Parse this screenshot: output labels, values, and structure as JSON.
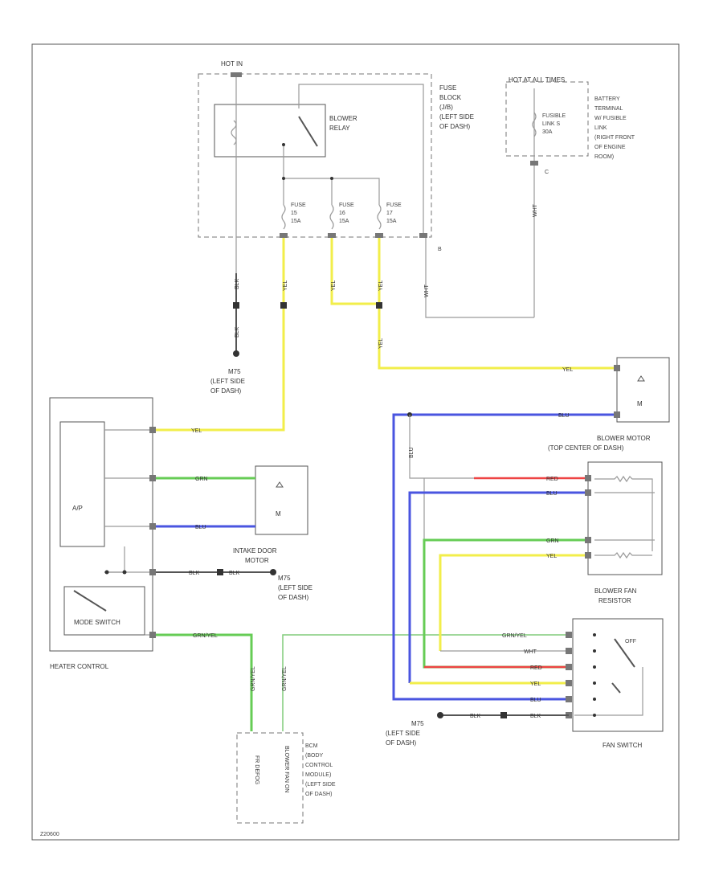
{
  "labels": {
    "hot_in": "HOT IN",
    "blower_relay": "BLOWER RELAY",
    "fuse_block": [
      "FUSE",
      "BLOCK",
      "(J/B)",
      "(LEFT SIDE",
      "OF DASH)"
    ],
    "hot_at_all_times": "HOT AT ALL TIMES",
    "fusible_link": [
      "FUSIBLE",
      "LINK S",
      "30A"
    ],
    "battery_terminal": [
      "BATTERY",
      "TERMINAL",
      "W/ FUSIBLE",
      "LINK",
      "(RIGHT FRONT",
      "OF ENGINE",
      "ROOM)"
    ],
    "fuse_1": [
      "FUSE",
      "15",
      "15A"
    ],
    "fuse_2": [
      "FUSE",
      "16",
      "15A"
    ],
    "fuse_3": [
      "FUSE",
      "17",
      "15A"
    ],
    "ground_1": [
      "M75",
      "(LEFT SIDE",
      "OF DASH)"
    ],
    "heater_control": "HEATER CONTROL",
    "mode_switch": "MODE SWITCH",
    "a_p": "A/P",
    "intake_door_motor": [
      "INTAKE DOOR",
      "MOTOR"
    ],
    "ground_2": [
      "M75",
      "(LEFT SIDE",
      "OF DASH)"
    ],
    "blower_motor": [
      "BLOWER MOTOR",
      "(TOP CENTER OF DASH)"
    ],
    "blower_fan_resistor": [
      "BLOWER FAN",
      "RESISTOR"
    ],
    "fan_switch": "FAN SWITCH",
    "off": "OFF",
    "ground_3": [
      "M75",
      "(LEFT SIDE",
      "OF DASH)"
    ],
    "body_control_module": [
      "BCM",
      "(BODY",
      "CONTROL",
      "MODULE)",
      "(LEFT SIDE",
      "OF DASH)"
    ],
    "bcm_pin_1": "FR DEFOG",
    "bcm_pin_2": "BLOWER FAN ON",
    "corner_code": "Z20600"
  },
  "wires": {
    "blk": "BLK",
    "yel": "YEL",
    "wht": "WHT",
    "grn": "GRN",
    "blu": "BLU",
    "red": "RED",
    "grn_yel": "GRN/YEL",
    "blk_alt": "BLK"
  },
  "colors": {
    "yellow": "#f2ee4a",
    "green": "#66cc55",
    "blue": "#4a55e0",
    "red": "#ee4444",
    "gray": "#9a9a9a"
  }
}
